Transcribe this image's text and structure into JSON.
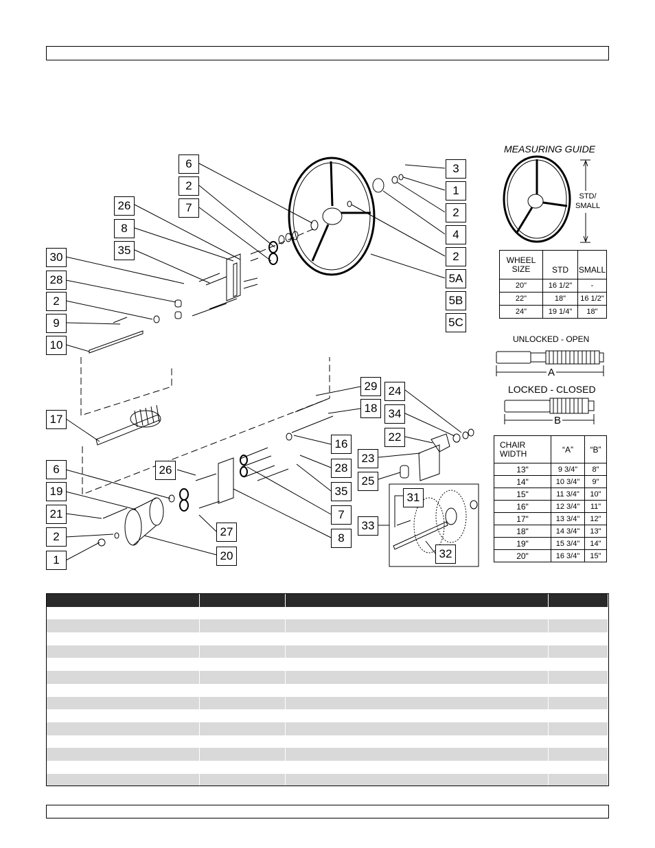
{
  "callouts": [
    {
      "id": "c6a",
      "label": "6"
    },
    {
      "id": "c2a",
      "label": "2"
    },
    {
      "id": "c7a",
      "label": "7"
    },
    {
      "id": "c26a",
      "label": "26"
    },
    {
      "id": "c8a",
      "label": "8"
    },
    {
      "id": "c35a",
      "label": "35"
    },
    {
      "id": "c30",
      "label": "30"
    },
    {
      "id": "c28a",
      "label": "28"
    },
    {
      "id": "c2b",
      "label": "2"
    },
    {
      "id": "c9",
      "label": "9"
    },
    {
      "id": "c10",
      "label": "10"
    },
    {
      "id": "c3",
      "label": "3"
    },
    {
      "id": "c1a",
      "label": "1"
    },
    {
      "id": "c2c",
      "label": "2"
    },
    {
      "id": "c4",
      "label": "4"
    },
    {
      "id": "c2d",
      "label": "2"
    },
    {
      "id": "c5a",
      "label": "5A"
    },
    {
      "id": "c5b",
      "label": "5B"
    },
    {
      "id": "c5c",
      "label": "5C"
    },
    {
      "id": "c17",
      "label": "17"
    },
    {
      "id": "c29",
      "label": "29"
    },
    {
      "id": "c18",
      "label": "18"
    },
    {
      "id": "c24",
      "label": "24"
    },
    {
      "id": "c34",
      "label": "34"
    },
    {
      "id": "c22",
      "label": "22"
    },
    {
      "id": "c16",
      "label": "16"
    },
    {
      "id": "c23",
      "label": "23"
    },
    {
      "id": "c26b",
      "label": "26"
    },
    {
      "id": "c28b",
      "label": "28"
    },
    {
      "id": "c25",
      "label": "25"
    },
    {
      "id": "c6b",
      "label": "6"
    },
    {
      "id": "c35b",
      "label": "35"
    },
    {
      "id": "c19",
      "label": "19"
    },
    {
      "id": "c31",
      "label": "31"
    },
    {
      "id": "c7b",
      "label": "7"
    },
    {
      "id": "c21",
      "label": "21"
    },
    {
      "id": "c27",
      "label": "27"
    },
    {
      "id": "c33",
      "label": "33"
    },
    {
      "id": "c8b",
      "label": "8"
    },
    {
      "id": "c2e",
      "label": "2"
    },
    {
      "id": "c32",
      "label": "32"
    },
    {
      "id": "c1b",
      "label": "1"
    },
    {
      "id": "c20",
      "label": "20"
    }
  ],
  "measuring_guide": {
    "title": "MEASURING GUIDE",
    "dim_line1": "STD/",
    "dim_line2": "SMALL",
    "table": {
      "headers": [
        "WHEEL SIZE",
        "STD",
        "SMALL"
      ],
      "rows": [
        [
          "20\"",
          "16 1/2\"",
          "-"
        ],
        [
          "22\"",
          "18\"",
          "16 1/2\""
        ],
        [
          "24\"",
          "19 1/4\"",
          "18\""
        ]
      ]
    }
  },
  "lock_guide": {
    "unlocked_label": "UNLOCKED - OPEN",
    "dim_a": "A",
    "locked_label": "LOCKED - CLOSED",
    "dim_b": "B",
    "table": {
      "headers": [
        "CHAIR WIDTH",
        "“A”",
        "“B”"
      ],
      "rows": [
        [
          "13\"",
          "9 3/4\"",
          "8\""
        ],
        [
          "14\"",
          "10 3/4\"",
          "9\""
        ],
        [
          "15\"",
          "11 3/4\"",
          "10\""
        ],
        [
          "16\"",
          "12 3/4\"",
          "11\""
        ],
        [
          "17\"",
          "13 3/4\"",
          "12\""
        ],
        [
          "18\"",
          "14 3/4\"",
          "13\""
        ],
        [
          "19\"",
          "15 3/4\"",
          "14\""
        ],
        [
          "20\"",
          "16 3/4\"",
          "15\""
        ]
      ]
    }
  }
}
